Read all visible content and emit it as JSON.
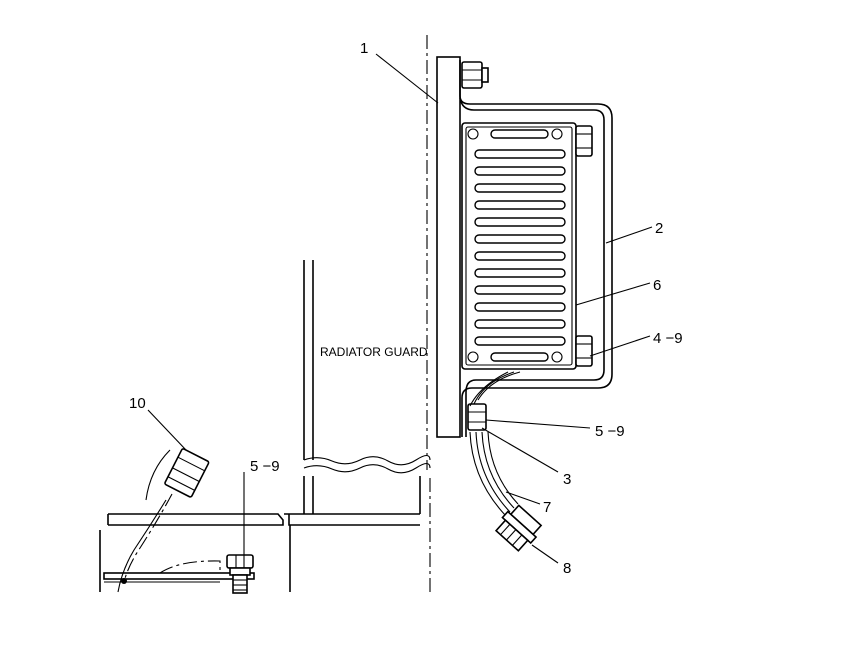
{
  "labels": {
    "radiator_guard": "RADIATOR GUARD"
  },
  "callouts": {
    "c1": "1",
    "c2": "2",
    "c6": "6",
    "c4": "4 −9",
    "c5_right": "5 −9",
    "c3": "3",
    "c7": "7",
    "c8": "8",
    "c10": "10",
    "c5_left": "5 −9"
  }
}
